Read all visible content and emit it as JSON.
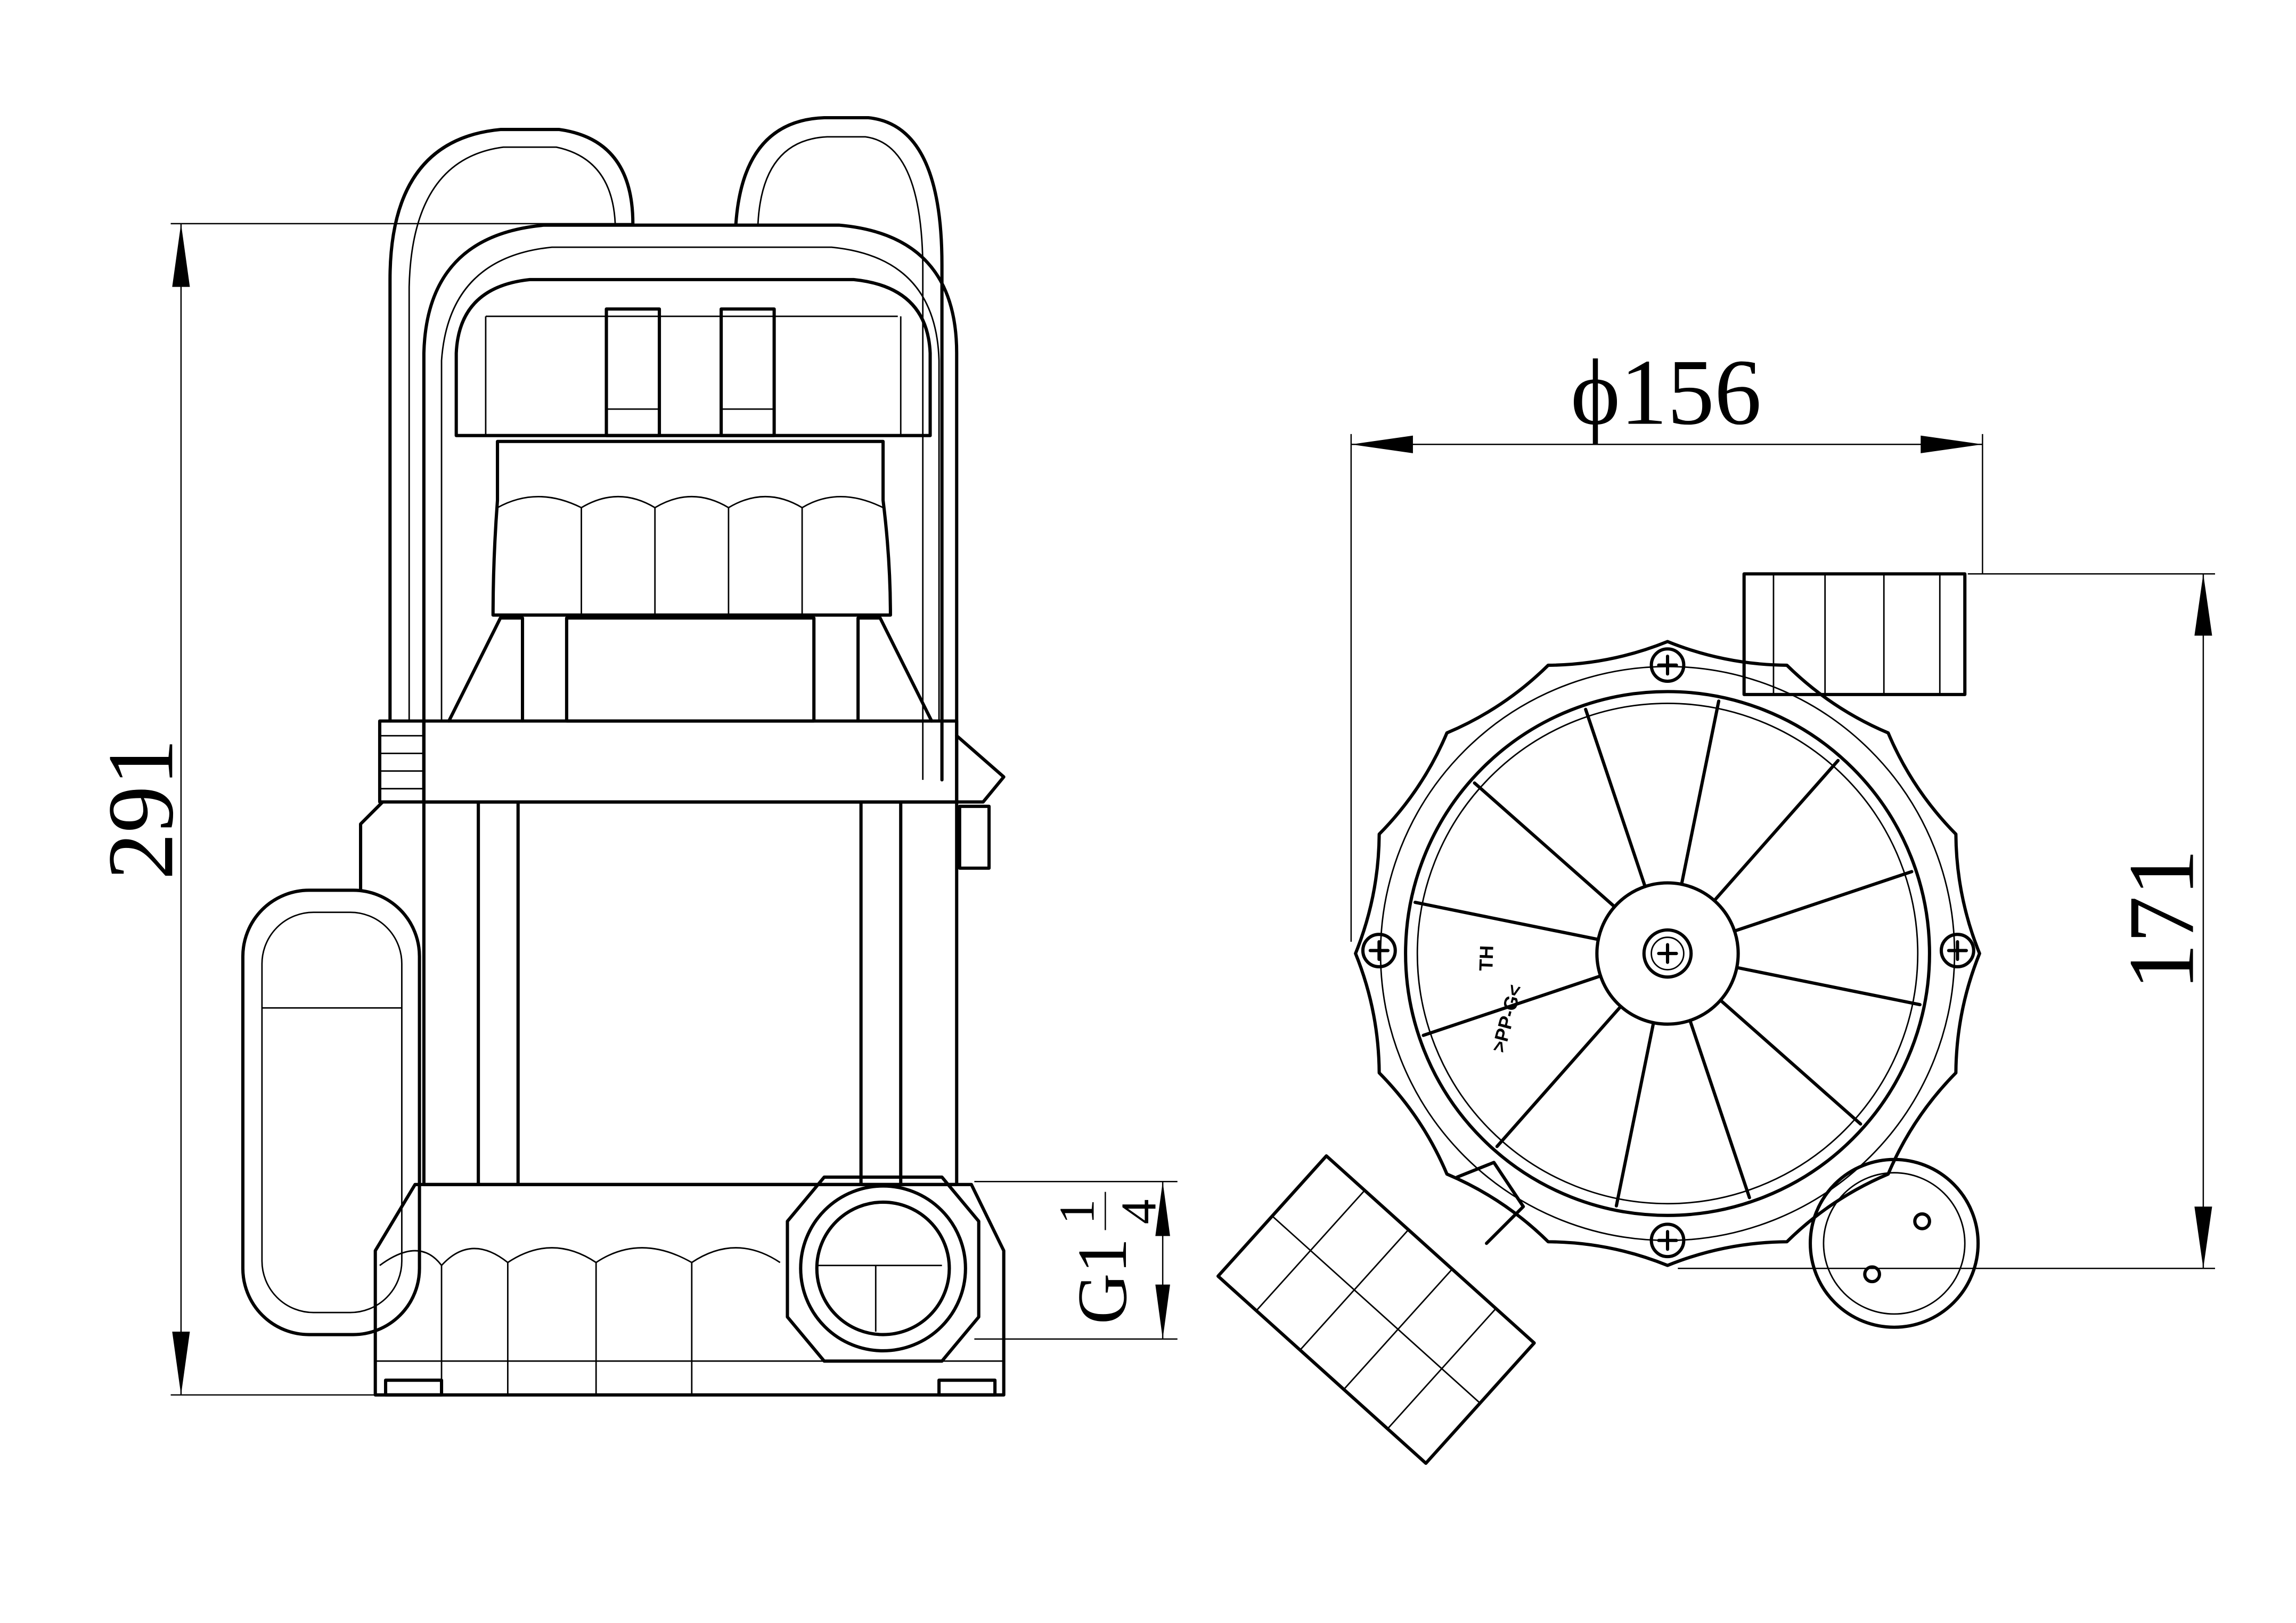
{
  "side_view": {
    "height_dimension": "291",
    "outlet_thread": {
      "prefix": "G1",
      "numerator": "1",
      "denominator": "4"
    }
  },
  "bottom_view": {
    "diameter_dimension": "ϕ156",
    "height_dimension": "171",
    "material_mark": ">PP-G<",
    "mark_code": "TH"
  }
}
